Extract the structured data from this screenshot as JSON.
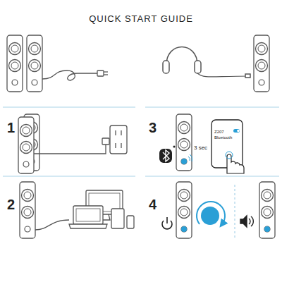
{
  "diagram": {
    "title": "QUICK START GUIDE",
    "labels": [
      "1",
      "3",
      "3 sec",
      "Z207",
      "Bluetooth",
      "2",
      "4"
    ]
  }
}
